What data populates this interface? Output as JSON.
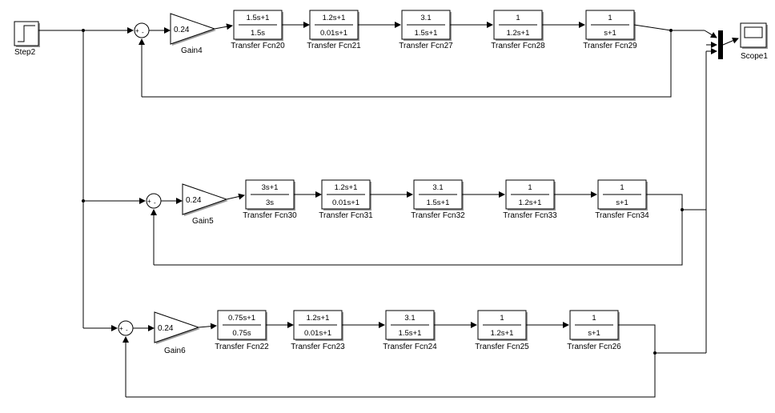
{
  "step": {
    "label": "Step2"
  },
  "scope": {
    "label": "Scope1"
  },
  "loops": [
    {
      "gain": {
        "label": "Gain4",
        "value": "0.24"
      },
      "sum_signs": [
        "+",
        "-"
      ],
      "tfs": [
        {
          "label": "Transfer Fcn20",
          "num": "1.5s+1",
          "den": "1.5s"
        },
        {
          "label": "Transfer Fcn21",
          "num": "1.2s+1",
          "den": "0.01s+1"
        },
        {
          "label": "Transfer Fcn27",
          "num": "3.1",
          "den": "1.5s+1"
        },
        {
          "label": "Transfer Fcn28",
          "num": "1",
          "den": "1.2s+1"
        },
        {
          "label": "Transfer Fcn29",
          "num": "1",
          "den": "s+1"
        }
      ]
    },
    {
      "gain": {
        "label": "Gain5",
        "value": "0.24"
      },
      "sum_signs": [
        "+",
        "-"
      ],
      "tfs": [
        {
          "label": "Transfer Fcn30",
          "num": "3s+1",
          "den": "3s"
        },
        {
          "label": "Transfer Fcn31",
          "num": "1.2s+1",
          "den": "0.01s+1"
        },
        {
          "label": "Transfer Fcn32",
          "num": "3.1",
          "den": "1.5s+1"
        },
        {
          "label": "Transfer Fcn33",
          "num": "1",
          "den": "1.2s+1"
        },
        {
          "label": "Transfer Fcn34",
          "num": "1",
          "den": "s+1"
        }
      ]
    },
    {
      "gain": {
        "label": "Gain6",
        "value": "0.24"
      },
      "sum_signs": [
        "+",
        "-"
      ],
      "tfs": [
        {
          "label": "Transfer Fcn22",
          "num": "0.75s+1",
          "den": "0.75s"
        },
        {
          "label": "Transfer Fcn23",
          "num": "1.2s+1",
          "den": "0.01s+1"
        },
        {
          "label": "Transfer Fcn24",
          "num": "3.1",
          "den": "1.5s+1"
        },
        {
          "label": "Transfer Fcn25",
          "num": "1",
          "den": "1.2s+1"
        },
        {
          "label": "Transfer Fcn26",
          "num": "1",
          "den": "s+1"
        }
      ]
    }
  ]
}
